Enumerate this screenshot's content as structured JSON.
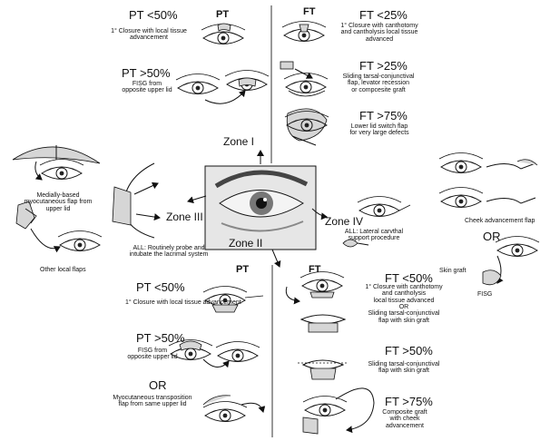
{
  "zones": {
    "zone1": "Zone I",
    "zone2": "Zone II",
    "zone3": "Zone III",
    "zone4": "Zone IV"
  },
  "zone1": {
    "pt_header": "PT",
    "ft_header": "FT",
    "pt_small_title": "PT <50%",
    "pt_small_desc": [
      "1° Closure with local tissue",
      "advancement"
    ],
    "pt_large_title": "PT >50%",
    "pt_large_desc": [
      "FISG from",
      "opposite upper lid"
    ],
    "ft_small_title": "FT <25%",
    "ft_small_desc": [
      "1° Closure with canthotomy",
      "and cantholysis local tissue",
      "advanced"
    ],
    "ft_mid_title": "FT >25%",
    "ft_mid_desc": [
      "Sliding tarsal-conjunctival",
      "flap, levator recession",
      "or compcesite graft"
    ],
    "ft_large_title": "FT >75%",
    "ft_large_desc": [
      "Lower lid switch flap",
      "for very large defects"
    ]
  },
  "zone3": {
    "flap_desc": [
      "Medially-based",
      "myocutaneous flap from",
      "upper lid"
    ],
    "other_desc": "Other local flaps",
    "all_desc": [
      "ALL: Routinely probe and",
      "intubate the lacrimal system"
    ]
  },
  "zone4": {
    "all_desc": [
      "ALL: Lateral carvthal",
      "support procedure"
    ],
    "cheek_desc": "Cheek advancement flap",
    "or_label": "OR",
    "skin_graft": "Skin graft",
    "fisg": "FISG"
  },
  "zone2": {
    "pt_header": "PT",
    "ft_header": "FT",
    "pt_small_title": "PT <50%",
    "pt_small_desc": "1° Closure with local tissue advancement",
    "pt_large_title": "PT >50%",
    "pt_large_desc": [
      "FISG from",
      "opposite upper lid"
    ],
    "pt_or": "OR",
    "pt_transp_desc": [
      "Myocutaneous transposition",
      "flap from same upper lid"
    ],
    "ft_small_title": "FT <50%",
    "ft_small_desc": [
      "1° Closure with canthotomy",
      "and cantholysis",
      "local tissue advanced",
      "OR",
      "Sliding tarsal-conjunctival",
      "flap with skin graft"
    ],
    "ft_mid_title": "FT >50%",
    "ft_mid_desc": [
      "Sliding tarsal-conjunctival",
      "flap with skin graft"
    ],
    "ft_large_title": "FT >75%",
    "ft_large_desc": [
      "Composite graft",
      "with cheek",
      "advancement"
    ]
  }
}
